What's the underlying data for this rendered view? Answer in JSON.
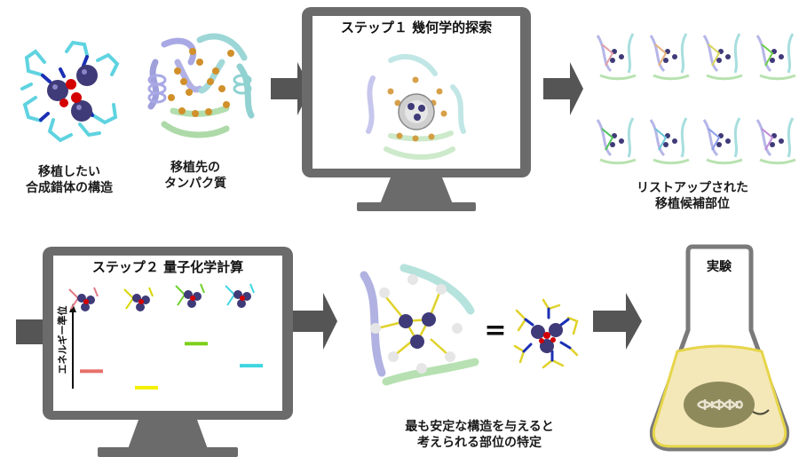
{
  "top_row": {
    "complex_caption_line1": "移植したい",
    "complex_caption_line2": "合成錯体の構造",
    "protein_caption_line1": "移植先の",
    "protein_caption_line2": "タンパク質",
    "step1_title": "ステップ１ 幾何学的探索",
    "candidates_caption_line1": "リストアップされた",
    "candidates_caption_line2": "移植候補部位"
  },
  "bottom_row": {
    "step2_title": "ステップ２ 量子化学計算",
    "energy_axis_label": "エネルギー準位",
    "energy_levels": [
      {
        "level": 0.35,
        "color": "#e8706a"
      },
      {
        "level": 0.05,
        "color": "#f5f000"
      },
      {
        "level": 0.85,
        "color": "#7ccf1a"
      },
      {
        "level": 0.45,
        "color": "#3fd6e0"
      }
    ],
    "equals_sign": "=",
    "result_caption_line1": "最も安定な構造を与えると",
    "result_caption_line2": "考えられる部位の特定",
    "flask_label": "実験"
  },
  "colors": {
    "arrow": "#555555",
    "monitor_frame": "#6b6b6b",
    "metal": "#3f3a78",
    "oxygen": "#d40000",
    "ligand": "#5fd3e0",
    "flask_liquid": "#f4e8b8"
  }
}
